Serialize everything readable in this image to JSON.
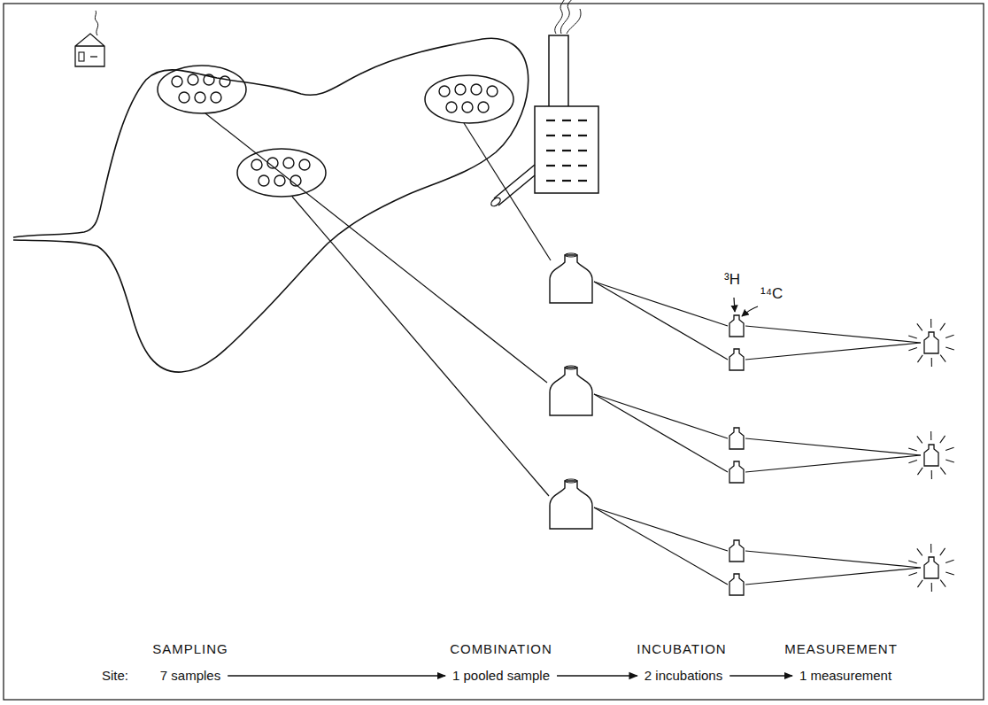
{
  "diagram": {
    "nodes": [
      {
        "text": [
          "7 samples"
        ]
      },
      {
        "text": [
          "1 pooled sample"
        ]
      },
      {
        "text": [
          "2 incubations"
        ]
      },
      {
        "text": [
          "1 measurement"
        ]
      }
    ],
    "edges": [
      {
        "from": 0,
        "to": 1,
        "arrow": "to"
      },
      {
        "from": 1,
        "to": 2,
        "arrow": "to"
      },
      {
        "from": 2,
        "to": 3,
        "arrow": "to"
      }
    ],
    "labels": [
      "SAMPLING",
      "COMBINATION",
      "INCUBATION",
      "MEASUREMENT",
      "Site:",
      "³H",
      "¹⁴C"
    ]
  }
}
